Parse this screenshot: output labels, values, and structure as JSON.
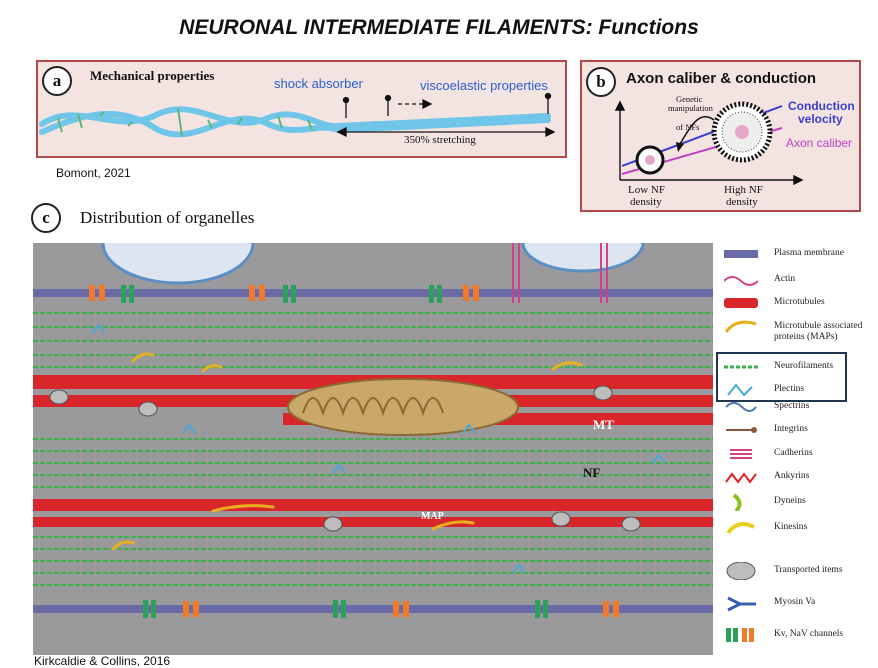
{
  "title": "NEURONAL INTERMEDIATE FILAMENTS: Functions",
  "panel_a": {
    "letter": "a",
    "heading": "Mechanical properties",
    "shock": "shock absorber",
    "visco": "viscoelastic properties",
    "stretch": "350% stretching",
    "citation": "Bomont, 2021"
  },
  "panel_b": {
    "letter": "b",
    "heading": "Axon caliber & conduction",
    "genetic": [
      "Genetic",
      "manipulation",
      "of NFs"
    ],
    "conduction": [
      "Conduction",
      "velocity"
    ],
    "caliber": "Axon caliber",
    "low": [
      "Low NF",
      "density"
    ],
    "high": [
      "High NF",
      "density"
    ],
    "colors": {
      "conduction": "#3a3fd0",
      "caliber": "#c040c0"
    }
  },
  "panel_c": {
    "letter": "c",
    "heading": "Distribution of organelles",
    "labels": {
      "mt": "MT",
      "nf": "NF",
      "map": "MAP"
    },
    "citation": "Kirkcaldie & Collins, 2016"
  },
  "legend": [
    {
      "icon": "plasma-membrane-icon",
      "label": "Plasma membrane"
    },
    {
      "icon": "actin-icon",
      "label": "Actin"
    },
    {
      "icon": "microtubules-icon",
      "label": "Microtubules"
    },
    {
      "icon": "map-icon",
      "label": "Microtubule associated proteins (MAPs)"
    },
    {
      "icon": "neurofilaments-icon",
      "label": "Neurofilaments"
    },
    {
      "icon": "plectins-icon",
      "label": "Plectins"
    },
    {
      "icon": "spectrins-icon",
      "label": "Spectrins"
    },
    {
      "icon": "integrins-icon",
      "label": "Integrins"
    },
    {
      "icon": "cadherins-icon",
      "label": "Cadherins"
    },
    {
      "icon": "ankyrins-icon",
      "label": "Ankyrins"
    },
    {
      "icon": "dyneins-icon",
      "label": "Dyneins"
    },
    {
      "icon": "kinesins-icon",
      "label": "Kinesins"
    },
    {
      "icon": "transported-items-icon",
      "label": "Transported items"
    },
    {
      "icon": "myosin-va-icon",
      "label": "Myosin Va"
    },
    {
      "icon": "channels-icon",
      "label": "Kv, NaV channels"
    }
  ]
}
